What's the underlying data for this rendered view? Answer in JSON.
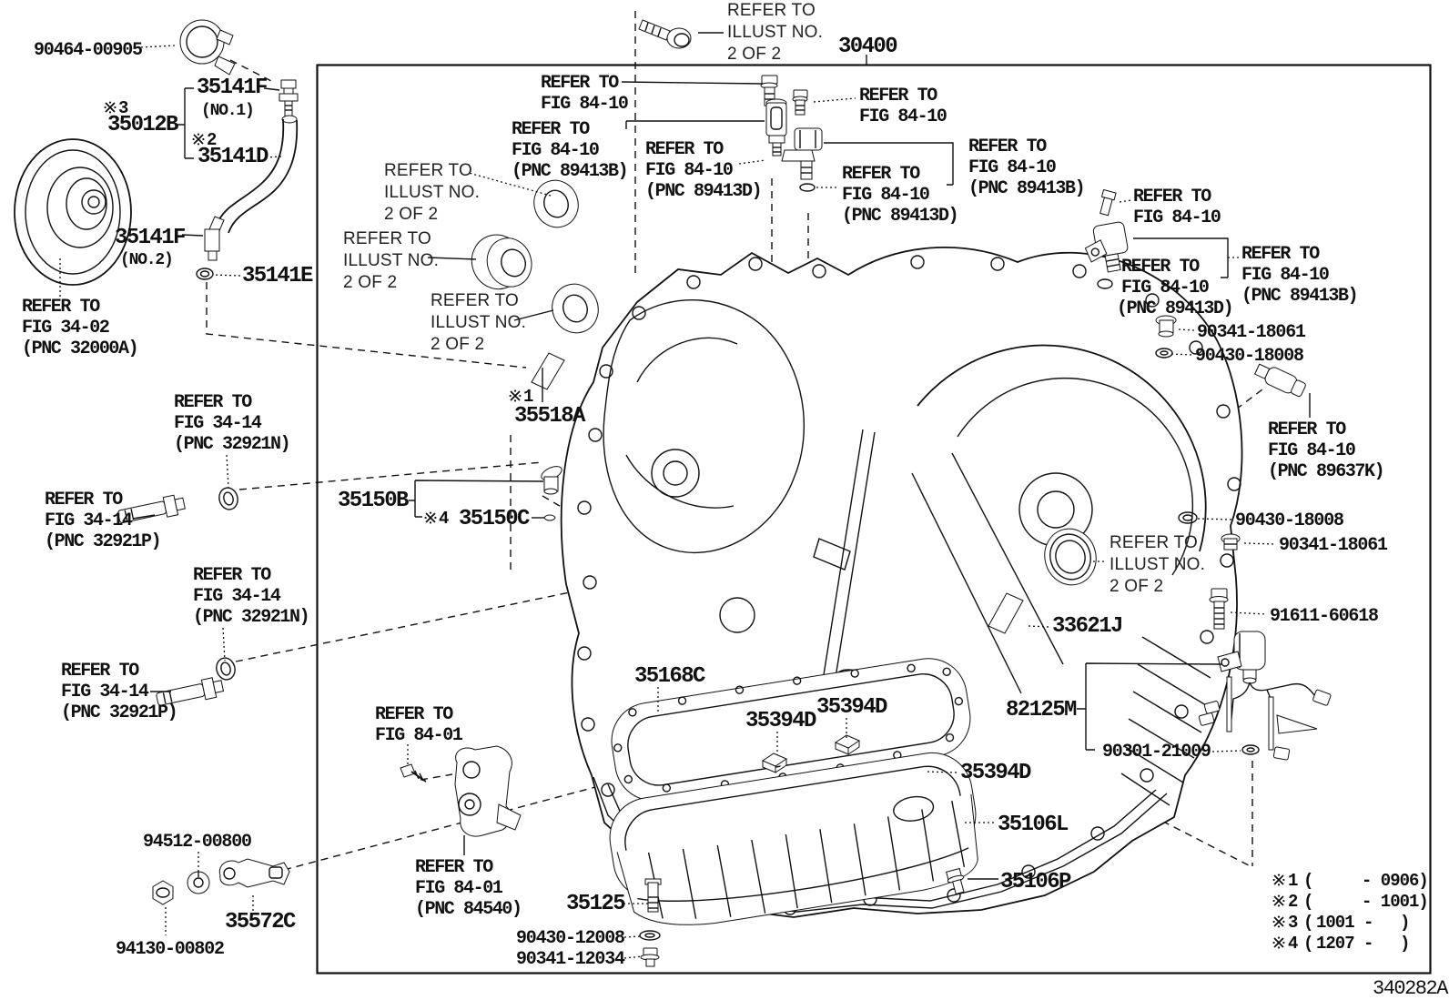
{
  "page": {
    "background": "#ffffff",
    "ink": "#111111"
  },
  "figure": {
    "id": "340282A",
    "assembly": "30400"
  },
  "parts": {
    "clamp": "90464-00905",
    "union_no1": "35141F",
    "union_no1_sub": "(NO.1)",
    "tube_assy": "35012B",
    "hose": "35141D",
    "union_no2": "35141F",
    "union_no2_sub": "(NO.2)",
    "union_oring": "35141E",
    "breather_plug": "35518A",
    "oil_strainer": "35150B",
    "strainer_gasket": "35150C",
    "pan_gasket": "35168C",
    "magnet": "35394D",
    "oil_pan": "35106L",
    "pan_bolt": "35106P",
    "overflow_tube": "35125",
    "drain_gasket": "90430-12008",
    "drain_plug": "90341-12034",
    "washer": "94512-00800",
    "clamp_bracket": "35572C",
    "nut": "94130-00802",
    "caution_tag": "33621J",
    "wire_harness": "82125M",
    "harness_oring": "90301-21009",
    "harness_bolt": "91611-60618",
    "upper_plug": "90341-18061",
    "upper_gasket": "90430-18008",
    "mid_gasket": "90430-18008",
    "mid_plug": "90341-18061"
  },
  "refs": {
    "fig3402": [
      "REFER TO",
      "FIG 34-02",
      "(PNC 32000A)"
    ],
    "fig3414n": [
      "REFER TO",
      "FIG 34-14",
      "(PNC 32921N)"
    ],
    "fig3414p": [
      "REFER TO",
      "FIG 34-14",
      "(PNC 32921P)"
    ],
    "illust2of2": [
      "REFER TO",
      "ILLUST NO.",
      "2 OF 2"
    ],
    "fig8410": [
      "REFER TO",
      "FIG 84-10"
    ],
    "fig8410_89413b": [
      "REFER TO",
      "FIG 84-10",
      "(PNC 89413B)"
    ],
    "fig8410_89413d": [
      "REFER TO",
      "FIG 84-10",
      "(PNC 89413D)"
    ],
    "fig8410_89637k": [
      "REFER TO",
      "FIG 84-10",
      "(PNC 89637K)"
    ],
    "fig8401": [
      "REFER TO",
      "FIG 84-01"
    ],
    "fig8401_84540": [
      "REFER TO",
      "FIG 84-01",
      "(PNC 84540)"
    ]
  },
  "marks": {
    "m1": "1",
    "m2": "2",
    "m3": "3",
    "m4": "4"
  },
  "notes": [
    {
      "no": "1",
      "open": "(",
      "mid": "",
      "end": "- 0906)"
    },
    {
      "no": "2",
      "open": "(",
      "mid": "",
      "end": "- 1001)"
    },
    {
      "no": "3",
      "open": "(",
      "mid": "1001 -",
      "end": ")"
    },
    {
      "no": "4",
      "open": "(",
      "mid": "1207 -",
      "end": ")"
    }
  ]
}
